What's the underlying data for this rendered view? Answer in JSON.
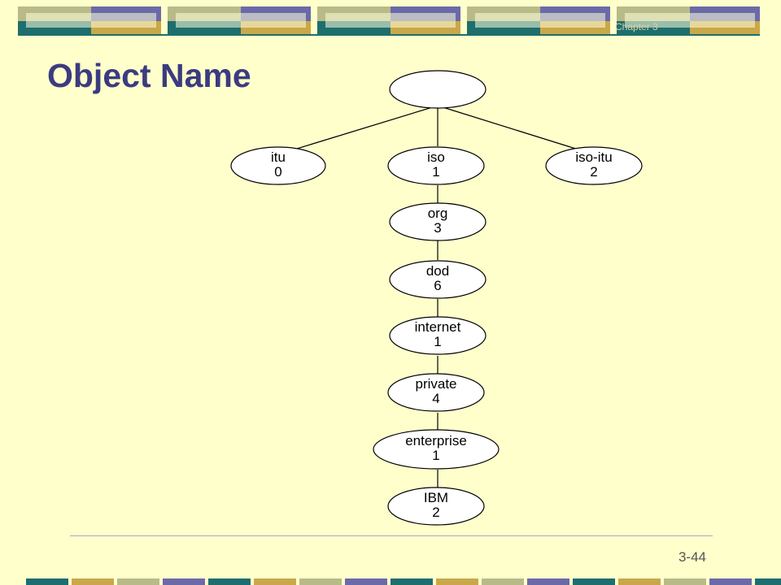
{
  "header": {
    "chapter_label": "Chapter 3"
  },
  "title": "Object Name",
  "page_number": "3-44",
  "colors": {
    "background": "#ffffcc",
    "title": "#3b3b80",
    "band_olive": "#b8bb88",
    "band_purple": "#6a6aa8",
    "band_teal": "#1e6e6e",
    "band_gold": "#c9a84a"
  },
  "tree": {
    "root": {
      "name": "",
      "number": ""
    },
    "nodes": [
      {
        "id": "itu",
        "name": "itu",
        "number": "0"
      },
      {
        "id": "iso",
        "name": "iso",
        "number": "1"
      },
      {
        "id": "iso-itu",
        "name": "iso-itu",
        "number": "2"
      },
      {
        "id": "org",
        "name": "org",
        "number": "3"
      },
      {
        "id": "dod",
        "name": "dod",
        "number": "6"
      },
      {
        "id": "internet",
        "name": "internet",
        "number": "1"
      },
      {
        "id": "private",
        "name": "private",
        "number": "4"
      },
      {
        "id": "enterprise",
        "name": "enterprise",
        "number": "1"
      },
      {
        "id": "ibm",
        "name": "IBM",
        "number": "2"
      }
    ]
  }
}
